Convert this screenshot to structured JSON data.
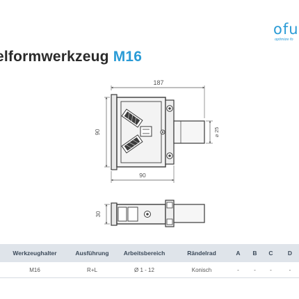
{
  "colors": {
    "accent": "#2a9bd6",
    "header_bg": "#dfe4ea",
    "row_bg": "#ffffff",
    "row_border": "#d6dbe1",
    "line": "#3a3a3a",
    "dim_line": "#555555"
  },
  "logo": {
    "text": "ofu",
    "tagline": "optimize fo"
  },
  "title": {
    "main": "elformwerkzeug",
    "model": "M16"
  },
  "drawing": {
    "dims": {
      "total_length": "187",
      "height": "90",
      "shank_diameter": "⌀ 25",
      "body_width": "90",
      "side_thickness": "30"
    }
  },
  "table": {
    "headers": [
      "Werkzeughalter",
      "Ausführung",
      "Arbeitsbereich",
      "Rändelrad",
      "A",
      "B",
      "C",
      "D"
    ],
    "rows": [
      [
        "M16",
        "R+L",
        "Ø 1 - 12",
        "Konisch",
        "-",
        "-",
        "-",
        "-"
      ]
    ]
  }
}
